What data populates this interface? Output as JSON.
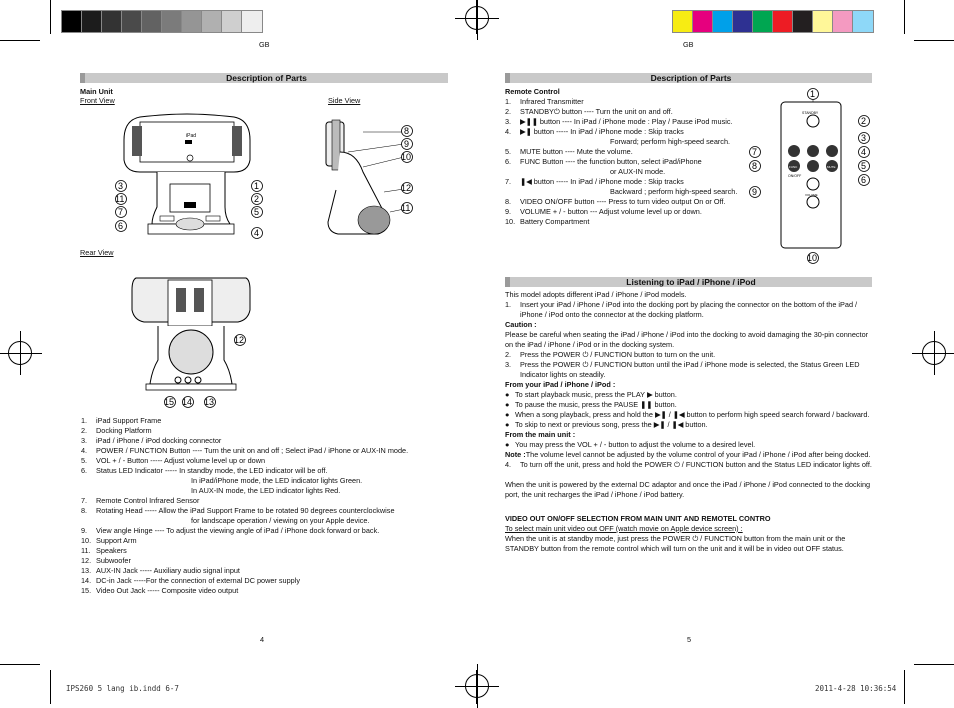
{
  "header": {
    "left_tag": "GB",
    "right_tag": "GB"
  },
  "colors": {
    "gray_swatches": [
      "#000000",
      "#1c1c1c",
      "#333333",
      "#4a4a4a",
      "#626262",
      "#7b7b7b",
      "#959595",
      "#b0b0b0",
      "#cfcfcf",
      "#eeeeee"
    ],
    "color_swatches": [
      "#f7ec13",
      "#e6007e",
      "#00a0e9",
      "#2e3192",
      "#00a651",
      "#ed1c24",
      "#231f20",
      "#fff799",
      "#f49ac1",
      "#8ed8f8"
    ]
  },
  "left": {
    "section_title": "Description of Parts",
    "main_unit": "Main Unit",
    "front_view": "Front View",
    "side_view": "Side View",
    "rear_view": "Rear View",
    "ipad_label": "iPad",
    "parts": [
      {
        "n": "1.",
        "t": "iPad Support Frame"
      },
      {
        "n": "2.",
        "t": "Docking Platform"
      },
      {
        "n": "3.",
        "t": "iPad / iPhone / iPod docking connector"
      },
      {
        "n": "4.",
        "t": "POWER / FUNCTION Button ---- Turn the unit on and off ; Select iPad / iPhone or AUX-IN mode."
      },
      {
        "n": "5.",
        "t": "VOL + / - Button ----- Adjust volume level up or down"
      },
      {
        "n": "6.",
        "t": "Status LED Indicator ----- In standby mode, the LED indicator will be off."
      },
      {
        "n": "",
        "t": "In iPad/iPhone mode, the LED indicator lights Green."
      },
      {
        "n": "",
        "t": "In AUX-IN mode, the LED indicator lights Red."
      },
      {
        "n": "7.",
        "t": "Remote Control Infrared Sensor"
      },
      {
        "n": "8.",
        "t": "Rotating Head ----- Allow the iPad Support Frame to be rotated 90 degrees counterclockwise"
      },
      {
        "n": "",
        "t": "for landscape operation / viewing on your Apple device."
      },
      {
        "n": "9.",
        "t": "View angle Hinge ---- To adjust the viewing angle of iPad / iPhone dock forward or back."
      },
      {
        "n": "10.",
        "t": "Support Arm"
      },
      {
        "n": "11.",
        "t": "Speakers"
      },
      {
        "n": "12.",
        "t": "Subwoofer"
      },
      {
        "n": "13.",
        "t": "AUX-IN Jack ----- Auxiliary audio signal input"
      },
      {
        "n": "14.",
        "t": "DC-in Jack -----For the connection of external DC power supply"
      },
      {
        "n": "15.",
        "t": "Video Out Jack ----- Composite video output"
      }
    ],
    "page_number": "4"
  },
  "right": {
    "section_title": "Description of Parts",
    "remote_heading": "Remote Control",
    "remote_items": [
      {
        "n": "1.",
        "t": "Infrared Transmitter"
      },
      {
        "n": "2.",
        "t": "STANDBY⏻ button ---- Turn the unit on and off."
      },
      {
        "n": "3.",
        "t": "▶❚❚ button ---- In iPad / iPhone mode : Play / Pause iPod music."
      },
      {
        "n": "4.",
        "t": "▶❚ button ----- In iPad / iPhone mode : Skip tracks"
      },
      {
        "n": "",
        "t": "Forward; perform high-speed search."
      },
      {
        "n": "5.",
        "t": "MUTE button ---- Mute the volume."
      },
      {
        "n": "6.",
        "t": "FUNC Button ---- the function button, select iPad/iPhone"
      },
      {
        "n": "",
        "t": "or AUX-IN mode."
      },
      {
        "n": "7.",
        "t": "❚◀ button ----- In iPad / iPhone mode : Skip tracks"
      },
      {
        "n": "",
        "t": "Backward ; perform high-speed search."
      },
      {
        "n": "8.",
        "t": "VIDEO ON/OFF button ---- Press to turn video output On or Off."
      },
      {
        "n": "9.",
        "t": "VOLUME + / - button --- Adjust volume level up or down."
      },
      {
        "n": "10.",
        "t": "Battery Compartment"
      }
    ],
    "remote_labels": {
      "standby": "STANDBY",
      "func": "FUNC",
      "mute": "MUTE",
      "video_onoff": "ON/OFF",
      "volume": "VOLUME"
    },
    "listening_title": "Listening to iPad / iPhone / iPod",
    "listening_intro": "This model adopts different iPad / iPhone / iPod models.",
    "listening_step1": "Insert your iPad / iPhone / iPod into the docking port by placing the connector on the bottom of the iPad / iPhone / iPod onto the connector at the docking platform.",
    "caution_label": "Caution :",
    "caution_text": "Please be careful when seating the iPad / iPhone / iPod into the docking to avoid damaging the 30-pin connector on the iPad / iPhone / iPod or in the docking system.",
    "listening_step2": "Press the POWER ⏻ / FUNCTION button to turn on the unit.",
    "listening_step3": "Press the POWER ⏻ / FUNCTION button until the iPad / iPhone mode is selected, the Status Green LED Indicator lights on steadily.",
    "from_ipod_label": "From your iPad / iPhone / iPod :",
    "from_ipod_bullets": [
      "To start playback music, press the PLAY ▶ button.",
      "To pause the music, press the PAUSE ❚❚ button.",
      "When a song playback, press and hold the ▶❚ / ❚◀ button to perform high speed search forward / backward.",
      "To skip to next or previous song, press the ▶❚ / ❚◀ button."
    ],
    "from_main_label": "From the main unit :",
    "from_main_bullets": [
      "You may press the VOL + / - button to adjust the volume to a desired level."
    ],
    "note_label": "Note :",
    "note_text": "The volume level cannot be adjusted by the volume control of your iPad / iPhone / iPod after being docked.",
    "listening_step4": "To turn off the unit, press and hold the POWER ⏻ / FUNCTION button and the Status LED indicator lights off.",
    "dc_power_text": "When the unit is powered by the external DC adaptor and once the iPad / iPhone / iPod connected to the docking port, the unit recharges the iPad / iPhone / iPod battery.",
    "video_heading": "VIDEO OUT ON/OFF SELECTION FROM MAIN UNIT AND REMOTEL CONTRO",
    "video_subheading": "To select main unit video out OFF (watch movie on Apple device screen) :",
    "video_text": "When the unit is at standby mode, just press the POWER ⏻ / FUNCTION button from the main unit or the STANDBY button from the remote control which will turn on the unit and it will be in video out OFF status.",
    "page_number": "5"
  },
  "footer": {
    "file_name": "IPS260 5 lang ib.indd   6-7",
    "timestamp": "2011-4-28   10:36:54"
  }
}
